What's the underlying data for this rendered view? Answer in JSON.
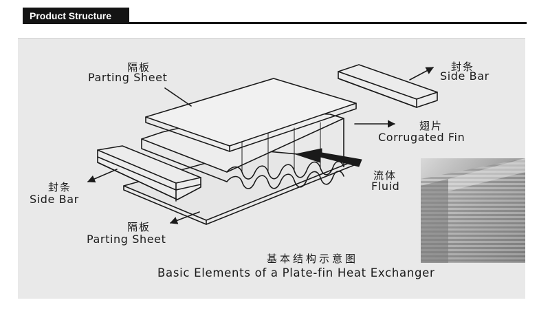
{
  "header": {
    "title": "Product Structure"
  },
  "labels": {
    "parting_top_zh": "隔板",
    "parting_top_en": "Parting Sheet",
    "sidebar_right_zh": "封条",
    "sidebar_right_en": "Side Bar",
    "fin_zh": "翅片",
    "fin_en": "Corrugated Fin",
    "fluid_zh": "流体",
    "fluid_en": "Fluid",
    "sidebar_left_zh": "封条",
    "sidebar_left_en": "Side Bar",
    "parting_bottom_zh": "隔板",
    "parting_bottom_en": "Parting Sheet"
  },
  "caption": {
    "zh": "基本结构示意图",
    "en": "Basic Elements of a Plate-fin Heat Exchanger"
  },
  "colors": {
    "header_bg": "#141414",
    "panel_bg": "#e9e9e9",
    "line": "#1a1a1a"
  },
  "icons": {
    "photo": "heat-exchanger-photo"
  }
}
